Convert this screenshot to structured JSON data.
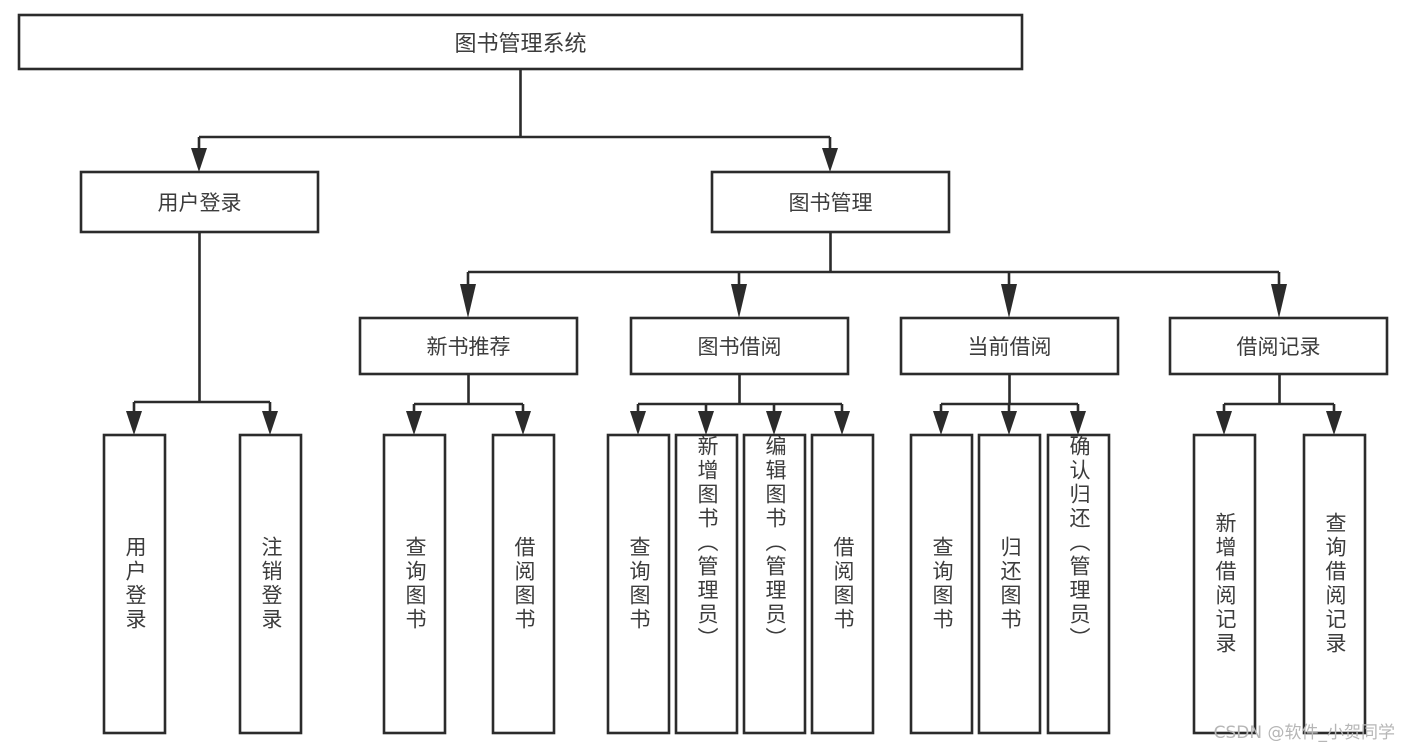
{
  "diagram": {
    "type": "tree",
    "title": "图书管理系统",
    "orientation": "top-down",
    "root": {
      "id": "root",
      "label": "图书管理系统"
    },
    "level1": [
      {
        "id": "user-login",
        "label": "用户登录"
      },
      {
        "id": "book-manage",
        "label": "图书管理"
      }
    ],
    "level2": [
      {
        "id": "new-book-rec",
        "label": "新书推荐",
        "parent": "book-manage"
      },
      {
        "id": "book-borrow",
        "label": "图书借阅",
        "parent": "book-manage"
      },
      {
        "id": "current-borrow",
        "label": "当前借阅",
        "parent": "book-manage"
      },
      {
        "id": "borrow-record",
        "label": "借阅记录",
        "parent": "book-manage"
      }
    ],
    "leaves": [
      {
        "id": "leaf-user-login",
        "label": "用户登录",
        "parent": "user-login"
      },
      {
        "id": "leaf-logout",
        "label": "注销登录",
        "parent": "user-login"
      },
      {
        "id": "leaf-query-book-1",
        "label": "查询图书",
        "parent": "new-book-rec"
      },
      {
        "id": "leaf-borrow-book-1",
        "label": "借阅图书",
        "parent": "new-book-rec"
      },
      {
        "id": "leaf-query-book-2",
        "label": "查询图书",
        "parent": "book-borrow"
      },
      {
        "id": "leaf-add-book",
        "label": "新增图书（管理员）",
        "parent": "book-borrow"
      },
      {
        "id": "leaf-edit-book",
        "label": "编辑图书（管理员）",
        "parent": "book-borrow"
      },
      {
        "id": "leaf-borrow-book-2",
        "label": "借阅图书",
        "parent": "book-borrow"
      },
      {
        "id": "leaf-query-book-3",
        "label": "查询图书",
        "parent": "current-borrow"
      },
      {
        "id": "leaf-return-book",
        "label": "归还图书",
        "parent": "current-borrow"
      },
      {
        "id": "leaf-confirm-return",
        "label": "确认归还（管理员）",
        "parent": "current-borrow"
      },
      {
        "id": "leaf-add-record",
        "label": "新增借阅记录",
        "parent": "borrow-record"
      },
      {
        "id": "leaf-query-record",
        "label": "查询借阅记录",
        "parent": "borrow-record"
      }
    ]
  },
  "watermark": {
    "text": "CSDN @软件_小贺同学"
  },
  "colors": {
    "background": "#ffffff",
    "box_fill": "#ffffff",
    "box_stroke": "#2b2b2b",
    "text": "#3c3c3c",
    "watermark": "#b6b6b6"
  }
}
